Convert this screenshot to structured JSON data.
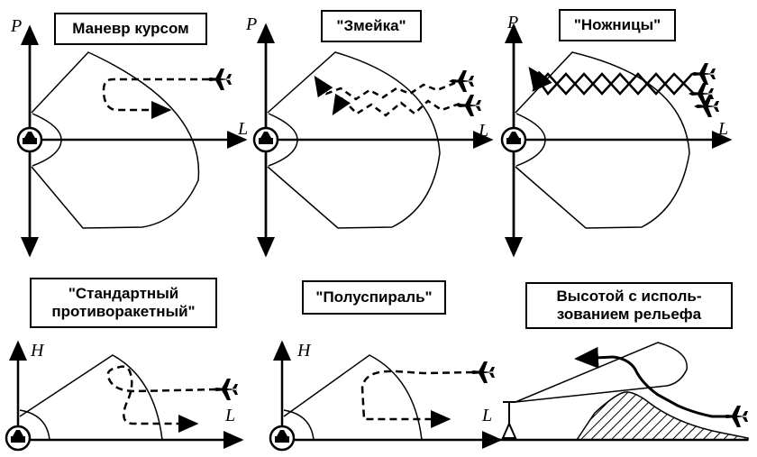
{
  "panels": [
    {
      "title": "Маневр курсом",
      "axes": {
        "v": "P",
        "h": "L"
      }
    },
    {
      "title": "\"Змейка\"",
      "axes": {
        "v": "P",
        "h": "L"
      }
    },
    {
      "title": "\"Ножницы\"",
      "axes": {
        "v": "P",
        "h": "L"
      }
    },
    {
      "title_line1": "\"Стандартный",
      "title_line2": "противоракетный\"",
      "axes": {
        "v": "H",
        "h": "L"
      }
    },
    {
      "title": "\"Полуспираль\"",
      "axes": {
        "v": "H",
        "h": ""
      }
    },
    {
      "title_line1": "Высотой с исполь-",
      "title_line2": "зованием рельефа",
      "axes": {
        "v": "",
        "h": "L"
      }
    }
  ],
  "colors": {
    "ink": "#000000",
    "background": "#ffffff"
  },
  "icons": [
    "aircraft-icon",
    "radar-site-icon",
    "ground-radar-icon"
  ]
}
